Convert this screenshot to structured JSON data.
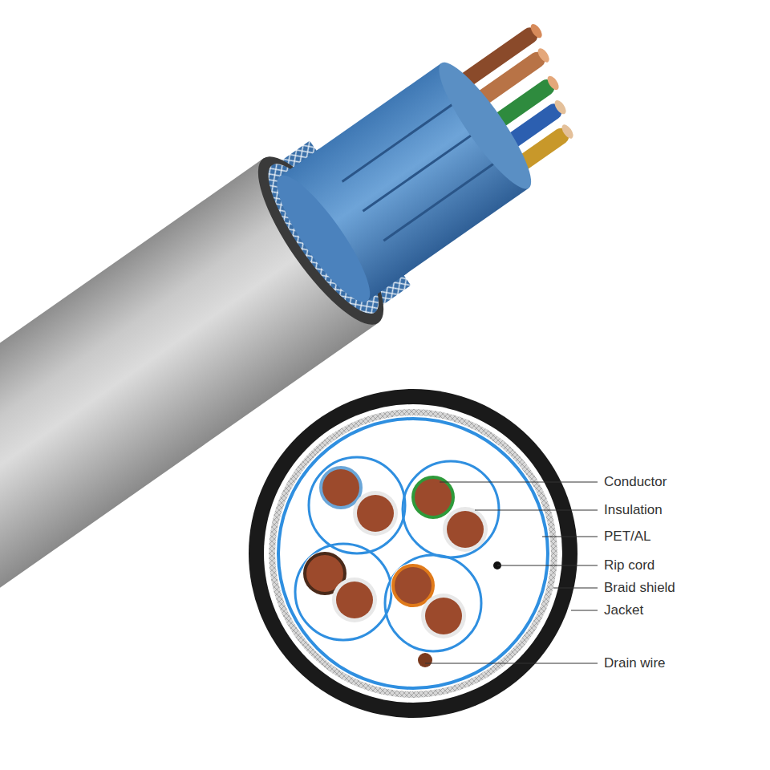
{
  "diagram": {
    "labels": [
      "Conductor",
      "Insulation",
      "PET/AL",
      "Rip cord",
      "Braid shield",
      "Jacket",
      "Drain wire"
    ]
  }
}
